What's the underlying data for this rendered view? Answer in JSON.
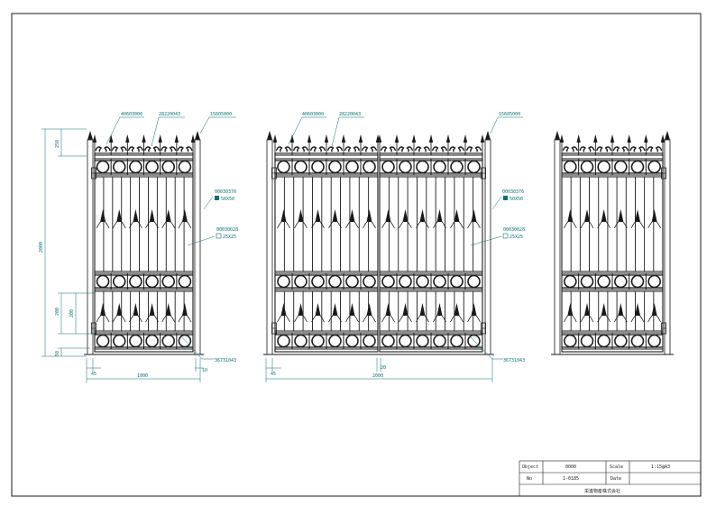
{
  "colors": {
    "line": "#1a1a1a",
    "dimension": "#0a6f74",
    "background": "#ffffff"
  },
  "gate_left": {
    "callouts": {
      "finial_a": "40603000",
      "finial_b": "28220043",
      "post_cap": "15605000",
      "post_pipe_code": "00030376",
      "post_pipe_size": "50X50",
      "frame_code": "00030028",
      "frame_size": "25X25",
      "hinge": "36731043"
    },
    "dims": {
      "total_height": "2000",
      "top_height": "250",
      "lower_height": "200",
      "lower_inner": "200",
      "ground": "50",
      "post_offset": "45",
      "width": "1000",
      "gap": "10"
    }
  },
  "gate_middle": {
    "callouts": {
      "finial_a": "40603000",
      "finial_b": "28220043",
      "post_cap": "15605000",
      "post_pipe_code": "00030376",
      "post_pipe_size": "50X50",
      "frame_code": "00030028",
      "frame_size": "25X25",
      "hinge": "36731043"
    },
    "dims": {
      "post_offset": "45",
      "center_gap": "20",
      "width": "2000"
    }
  },
  "title_block": {
    "object_label": "Object",
    "object_value": "0000",
    "scale_label": "Scale",
    "scale_value": "1:15@A3",
    "no_label": "No",
    "no_value": "1-0185",
    "date_label": "Date",
    "date_value": "",
    "company": "栄進物産株式会社"
  }
}
